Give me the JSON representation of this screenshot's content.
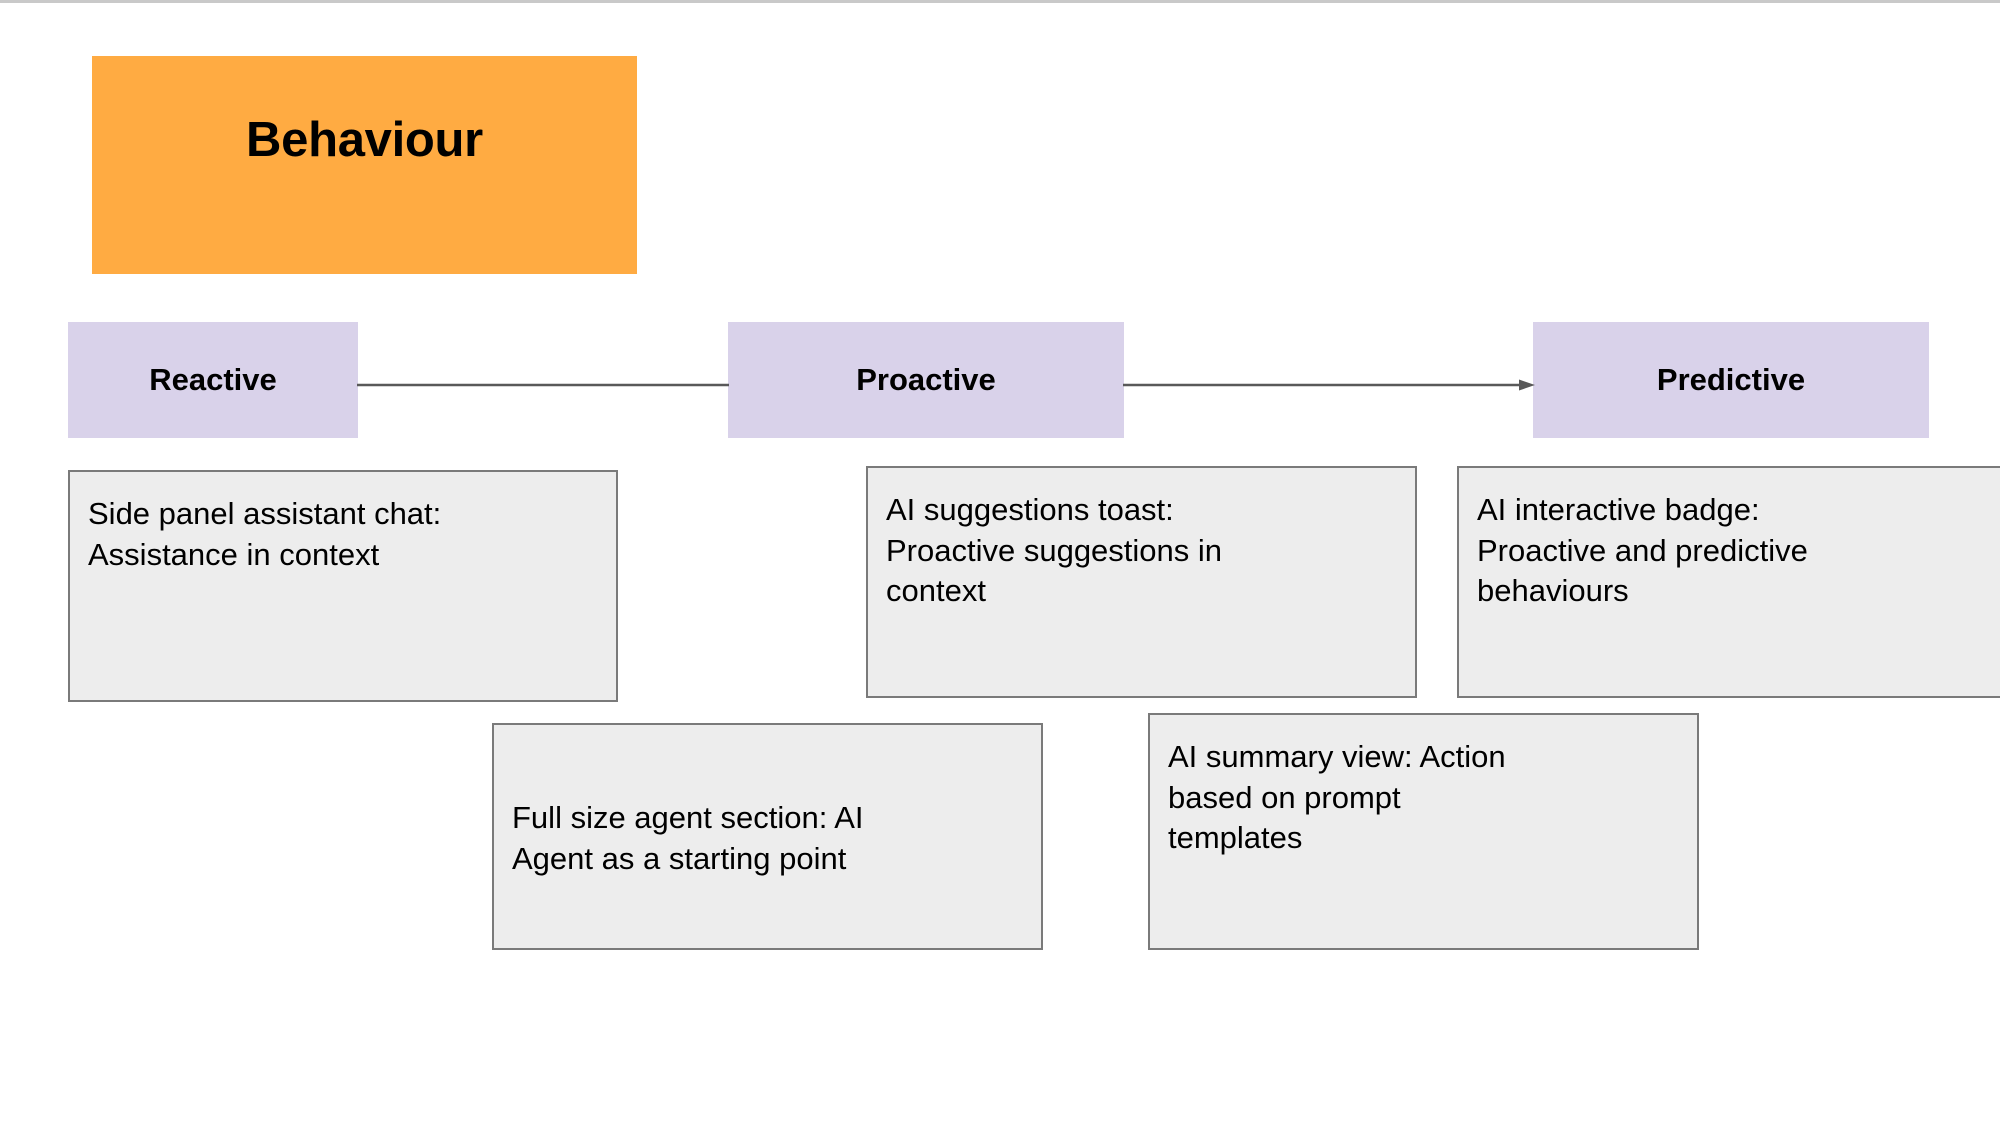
{
  "diagram": {
    "title_box": {
      "label": "Behaviour",
      "fill": "#ffab42",
      "text_color": "#000000"
    },
    "stages": [
      {
        "id": "reactive",
        "label": "Reactive",
        "fill": "#d9d2ea"
      },
      {
        "id": "proactive",
        "label": "Proactive",
        "fill": "#d9d2ea"
      },
      {
        "id": "predictive",
        "label": "Predictive",
        "fill": "#d9d2ea"
      }
    ],
    "connectors": [
      {
        "id": "reactive-to-proactive",
        "from": "Reactive",
        "to": "Proactive",
        "arrowhead": false,
        "color": "#595959"
      },
      {
        "id": "proactive-to-predictive",
        "from": "Proactive",
        "to": "Predictive",
        "arrowhead": true,
        "color": "#595959"
      }
    ],
    "cards": [
      {
        "id": "side-panel",
        "stage": "reactive",
        "text": "Side panel assistant chat:\nAssistance in context",
        "fill": "#ededed",
        "border": "#7a7a7a"
      },
      {
        "id": "ai-suggestions",
        "stage": "proactive",
        "text": "AI suggestions toast:\nProactive suggestions in\ncontext",
        "fill": "#ededed",
        "border": "#7a7a7a"
      },
      {
        "id": "ai-badge",
        "stage": "predictive",
        "text": "AI interactive badge:\nProactive and predictive\nbehaviours",
        "fill": "#ededed",
        "border": "#7a7a7a"
      },
      {
        "id": "full-size-agent",
        "stage": "reactive-proactive",
        "text": "Full size agent section: AI\nAgent as a starting point",
        "fill": "#ededed",
        "border": "#7a7a7a"
      },
      {
        "id": "ai-summary",
        "stage": "proactive-predictive",
        "text": "AI summary view: Action\nbased on prompt\ntemplates",
        "fill": "#ededed",
        "border": "#7a7a7a"
      }
    ]
  }
}
